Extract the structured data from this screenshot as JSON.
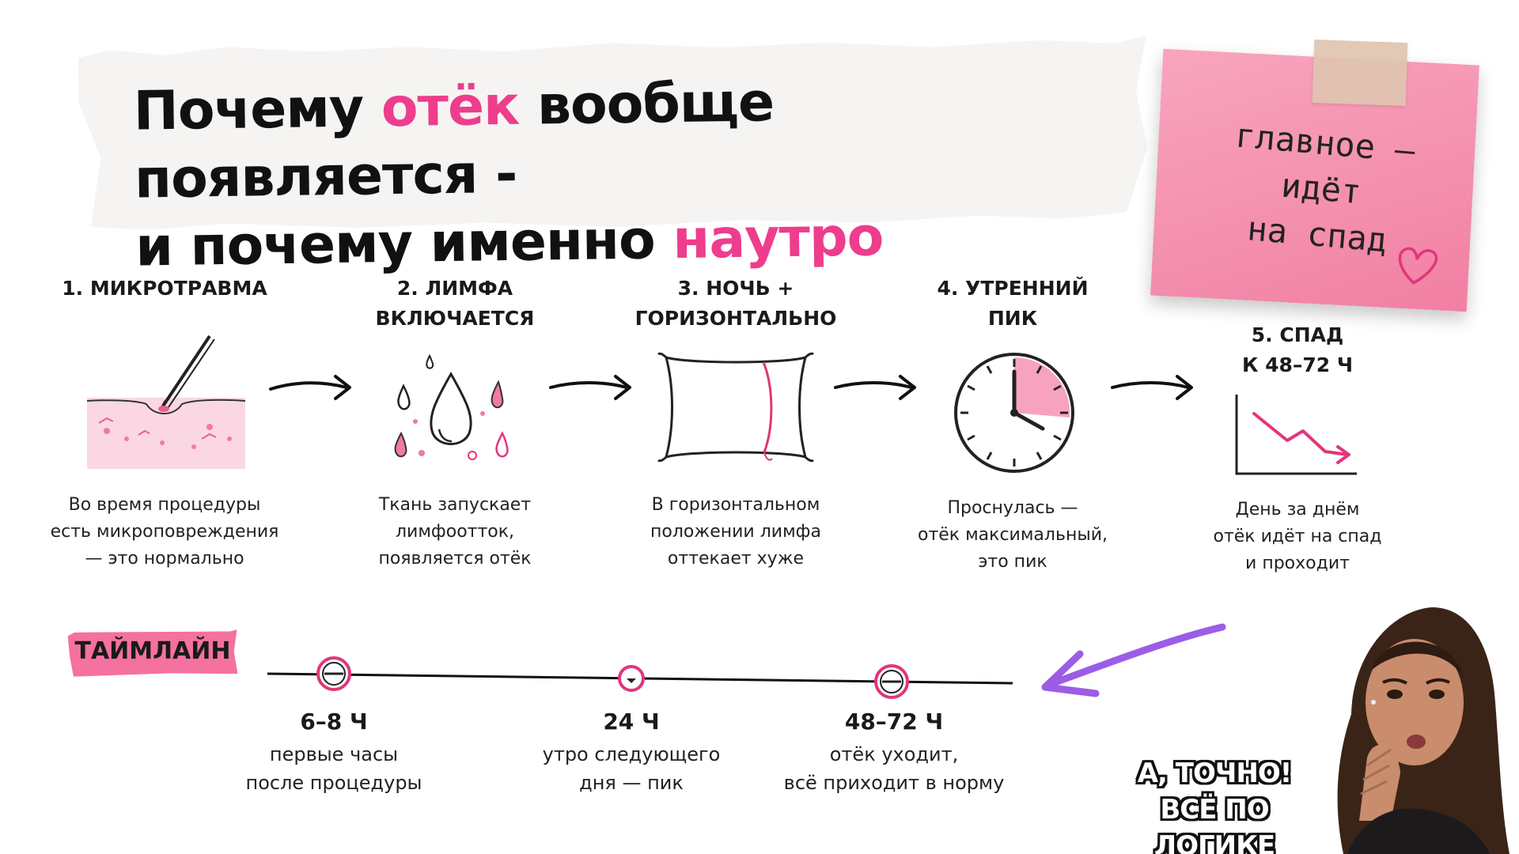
{
  "title": {
    "line1_a": "Почему ",
    "line1_highlight": "отёк",
    "line1_b": " вообще появляется -",
    "line2_a": "и почему именно ",
    "line2_highlight": "наутро"
  },
  "note": {
    "lines": [
      "главное —",
      "идёт",
      "на спад"
    ],
    "icon": "heart-icon"
  },
  "steps": [
    {
      "title": [
        "1. МИКРОТРАВМА"
      ],
      "desc": [
        "Во время процедуры",
        "есть микроповреждения",
        "— это нормально"
      ],
      "icon": "needle-skin-icon"
    },
    {
      "title": [
        "2. ЛИМФА",
        "ВКЛЮЧАЕТСЯ"
      ],
      "desc": [
        "Ткань запускает",
        "лимфоотток,",
        "появляется отёк"
      ],
      "icon": "droplets-icon"
    },
    {
      "title": [
        "3. НОЧЬ +",
        "ГОРИЗОНТАЛЬНО"
      ],
      "desc": [
        "В горизонтальном",
        "положении лимфа",
        "оттекает хуже"
      ],
      "icon": "pillow-icon"
    },
    {
      "title": [
        "4. УТРЕННИЙ",
        "ПИК"
      ],
      "desc": [
        "Проснулась —",
        "отёк максимальный,",
        "это пик"
      ],
      "icon": "clock-icon"
    },
    {
      "title": [
        "5. СПАД",
        "К 48–72 Ч"
      ],
      "desc": [
        "День за днём",
        "отёк идёт на спад",
        "и проходит"
      ],
      "icon": "decline-chart-icon"
    }
  ],
  "timeline": {
    "label": "ТАЙМЛАЙН",
    "points": [
      {
        "time": "6–8 Ч",
        "desc": [
          "первые часы",
          "после процедуры"
        ]
      },
      {
        "time": "24 Ч",
        "desc": [
          "утро следующего",
          "дня — пик"
        ]
      },
      {
        "time": "48–72 Ч",
        "desc": [
          "отёк уходит,",
          "всё приходит в норму"
        ]
      }
    ]
  },
  "caption": [
    "А, ТОЧНО!",
    "ВСЁ ПО ЛОГИКЕ"
  ],
  "colors": {
    "accent": "#ee3d8c",
    "note": "#f48fae",
    "arrow": "#9b5de5"
  }
}
